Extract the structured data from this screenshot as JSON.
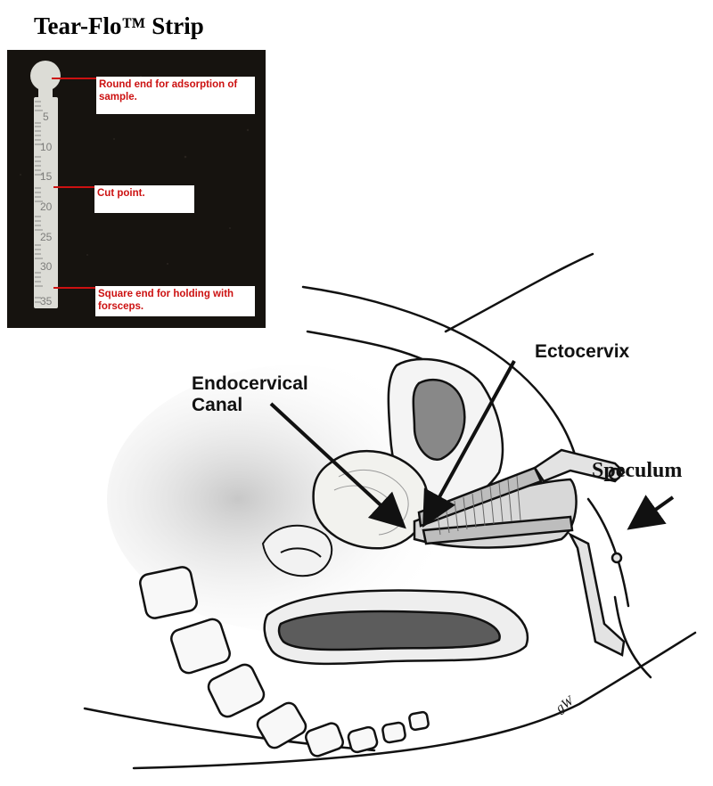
{
  "title": "Tear-Flo™ Strip",
  "strip": {
    "scale_marks": [
      "5",
      "10",
      "15",
      "20",
      "25",
      "30",
      "35"
    ],
    "callouts": {
      "round_end": "Round end for adsorption of sample.",
      "cut_point": "Cut point.",
      "square_end": "Square end for holding with forsceps."
    }
  },
  "diagram": {
    "labels": {
      "ectocervix": "Ectocervix",
      "endocervical_line1": "Endocervical",
      "endocervical_line2": "Canal",
      "speculum": "Speculum"
    }
  },
  "colors": {
    "callout_text": "#cc1111",
    "strip_background": "#16130f",
    "strip_body": "#dcdcd6",
    "outline": "#111111"
  }
}
